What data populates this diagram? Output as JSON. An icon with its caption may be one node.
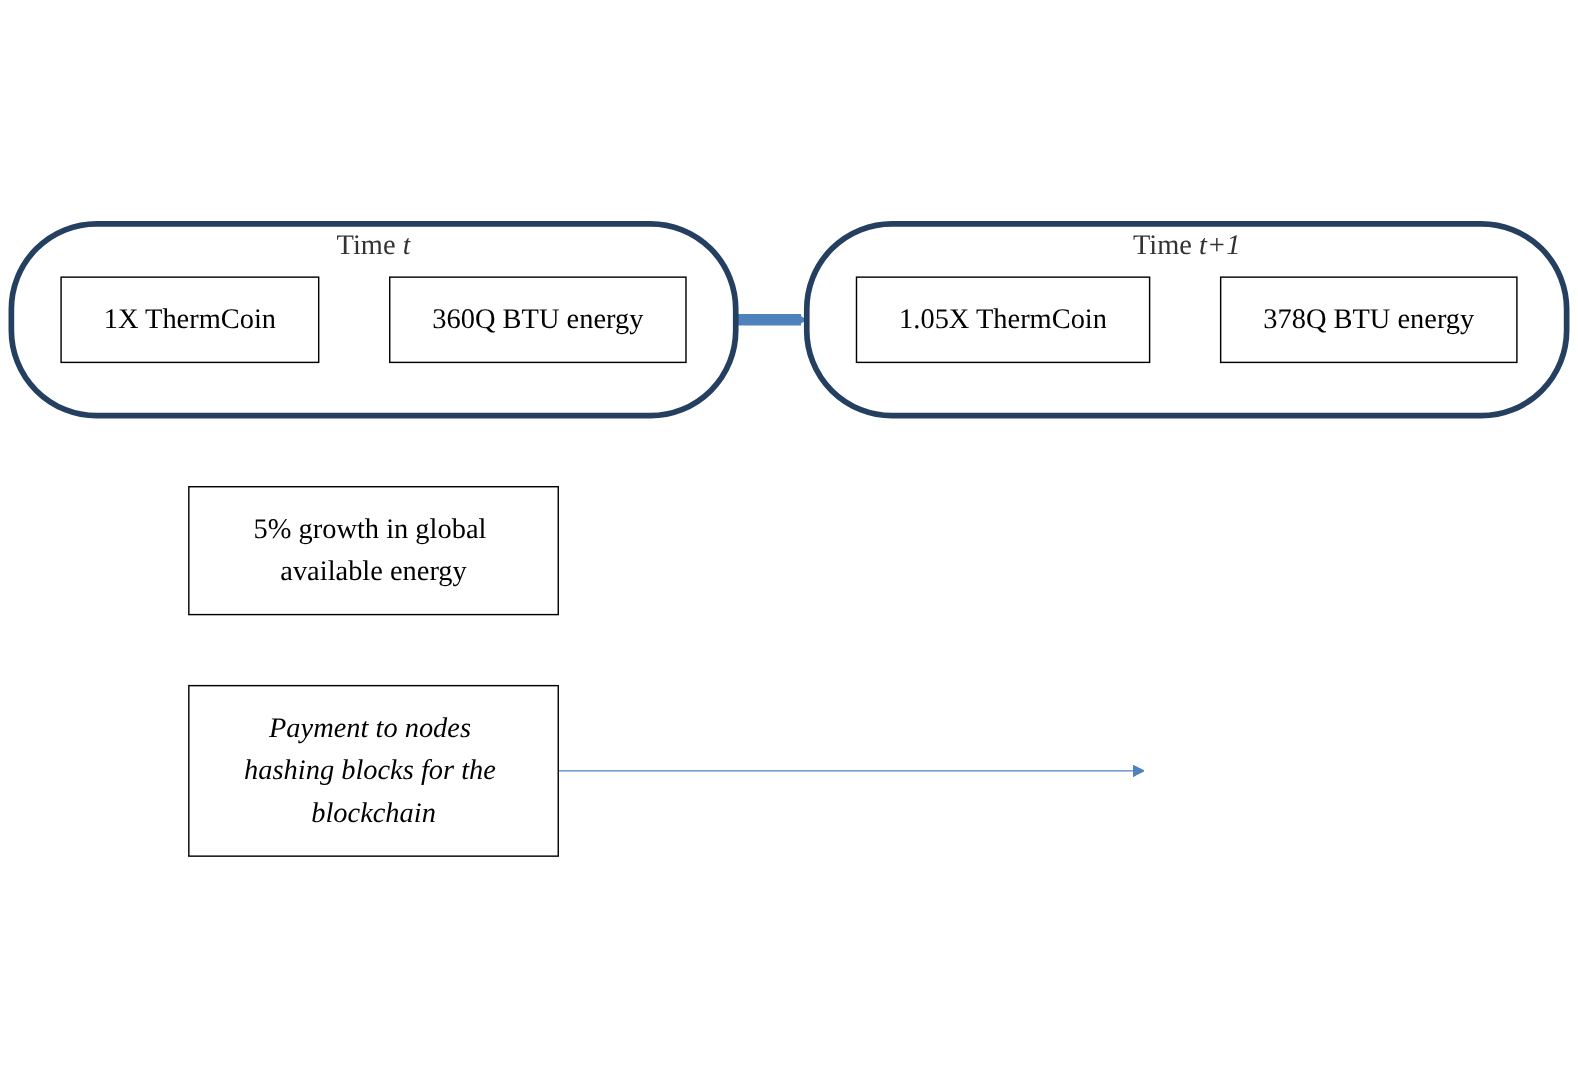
{
  "diagram": {
    "nodes": [
      {
        "text": [
          "Time *t*"
        ]
      },
      {
        "text": [
          "1X ThermCoin"
        ],
        "in": 0
      },
      {
        "text": [
          "360Q BTU energy"
        ],
        "in": 0
      },
      {
        "text": [
          "5% growth in global available energy"
        ]
      },
      {
        "text": [
          "Time *t+1*"
        ]
      },
      {
        "text": [
          "1.05X ThermCoin"
        ],
        "in": 4
      },
      {
        "text": [
          "378Q BTU energy"
        ],
        "in": 4
      },
      {
        "text": [
          "Payment to nodes hashing blocks for the blockchain"
        ]
      }
    ],
    "edges": [
      {
        "from": 0,
        "to": 4,
        "arrow": "to",
        "style": "thick",
        "color": "#4f81bd"
      },
      {
        "from": 7,
        "to": null,
        "arrow": "to",
        "color": "#4f81bd"
      }
    ]
  }
}
